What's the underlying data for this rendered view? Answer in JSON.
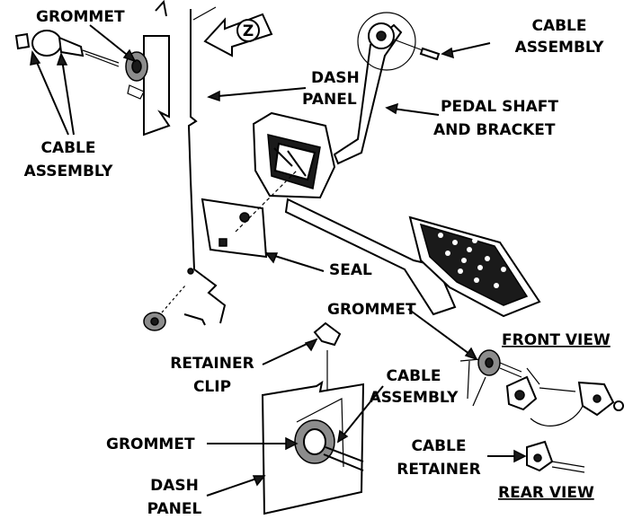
{
  "labels": {
    "grommet_top": "GROMMET",
    "cable_assembly_top_1": "CABLE",
    "cable_assembly_top_2": "ASSEMBLY",
    "dash_panel_top_1": "DASH",
    "dash_panel_top_2": "PANEL",
    "pedal_shaft_1": "PEDAL SHAFT",
    "pedal_shaft_2": "AND BRACKET",
    "cable_assembly_left_1": "CABLE",
    "cable_assembly_left_2": "ASSEMBLY",
    "seal": "SEAL",
    "grommet_mid": "GROMMET",
    "front_view": "FRONT VIEW",
    "retainer_clip_1": "RETAINER",
    "retainer_clip_2": "CLIP",
    "cable_assembly_mid_1": "CABLE",
    "cable_assembly_mid_2": "ASSEMBLY",
    "grommet_bottom": "GROMMET",
    "cable_retainer_1": "CABLE",
    "cable_retainer_2": "RETAINER",
    "dash_panel_bottom_1": "DASH",
    "dash_panel_bottom_2": "PANEL",
    "rear_view": "REAR VIEW",
    "direction_marker": "Z"
  }
}
